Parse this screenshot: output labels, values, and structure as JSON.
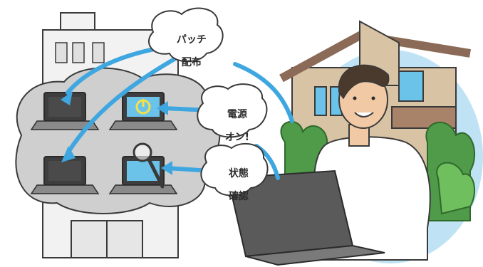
{
  "illustration": {
    "bubbles": [
      {
        "id": "patch",
        "line1": "パッチ",
        "line2": "配布"
      },
      {
        "id": "power",
        "line1": "電源",
        "line2": "オン!"
      },
      {
        "id": "status",
        "line1": "状態",
        "line2": "確認"
      }
    ]
  },
  "colors": {
    "cloud_fill": "#cfcfcf",
    "building_fill": "#f2f2f2",
    "outline": "#3a3a3a",
    "arrow": "#3fa7e0",
    "laptop_screen": "#3e3e3e",
    "laptop_screen_active": "#6cc3ea",
    "sky": "#bfe3f5",
    "house": "#d8c3a5",
    "roof": "#8b6b57",
    "tree": "#4f9b4a",
    "shirt": "#ffffff",
    "laptop_body": "#5a5a5a"
  }
}
